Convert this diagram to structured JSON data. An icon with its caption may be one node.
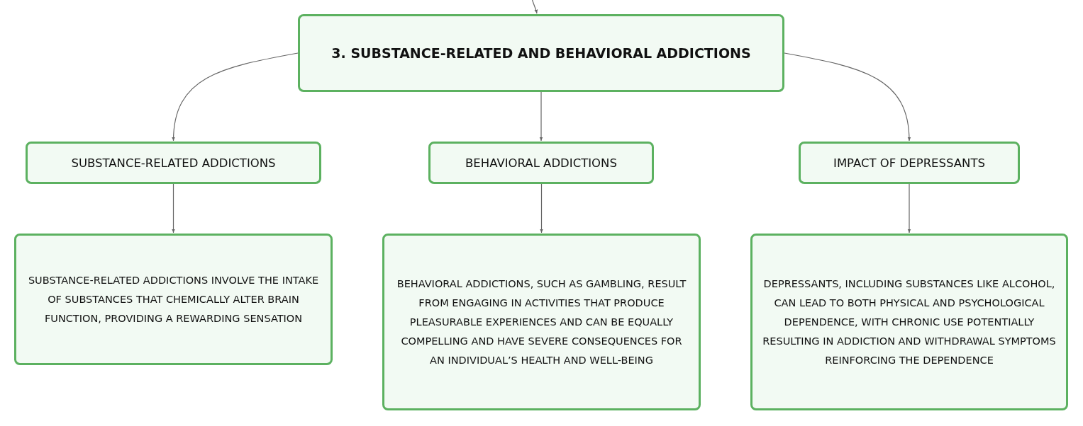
{
  "diagram": {
    "nodes": [
      {
        "text": [
          "3. SUBSTANCE-RELATED AND BEHAVIORAL ADDICTIONS"
        ]
      },
      {
        "text": [
          "SUBSTANCE-RELATED ADDICTIONS"
        ]
      },
      {
        "text": [
          "BEHAVIORAL ADDICTIONS"
        ]
      },
      {
        "text": [
          "IMPACT OF DEPRESSANTS"
        ]
      },
      {
        "text": [
          "SUBSTANCE-RELATED ADDICTIONS INVOLVE THE INTAKE OF SUBSTANCES THAT CHEMICALLY ALTER BRAIN FUNCTION, PROVIDING A REWARDING SENSATION"
        ]
      },
      {
        "text": [
          "BEHAVIORAL ADDICTIONS, SUCH AS GAMBLING, RESULT FROM ENGAGING IN ACTIVITIES THAT PRODUCE PLEASURABLE EXPERIENCES AND CAN BE EQUALLY COMPELLING AND HAVE SEVERE CONSEQUENCES FOR AN INDIVIDUAL’S HEALTH AND WELL-BEING"
        ]
      },
      {
        "text": [
          "DEPRESSANTS, INCLUDING SUBSTANCES LIKE ALCOHOL, CAN LEAD TO BOTH PHYSICAL AND PSYCHOLOGICAL DEPENDENCE, WITH CHRONIC USE POTENTIALLY RESULTING IN ADDICTION AND WITHDRAWAL SYMPTOMS REINFORCING THE DEPENDENCE"
        ]
      }
    ],
    "edges": [
      {
        "from": null,
        "to": 0,
        "arrow": "to"
      },
      {
        "from": 0,
        "to": 1,
        "arrow": "to"
      },
      {
        "from": 0,
        "to": 2,
        "arrow": "to"
      },
      {
        "from": 0,
        "to": 3,
        "arrow": "to"
      },
      {
        "from": 1,
        "to": 4,
        "arrow": "to"
      },
      {
        "from": 2,
        "to": 5,
        "arrow": "to"
      },
      {
        "from": 3,
        "to": 6,
        "arrow": "to"
      }
    ]
  }
}
